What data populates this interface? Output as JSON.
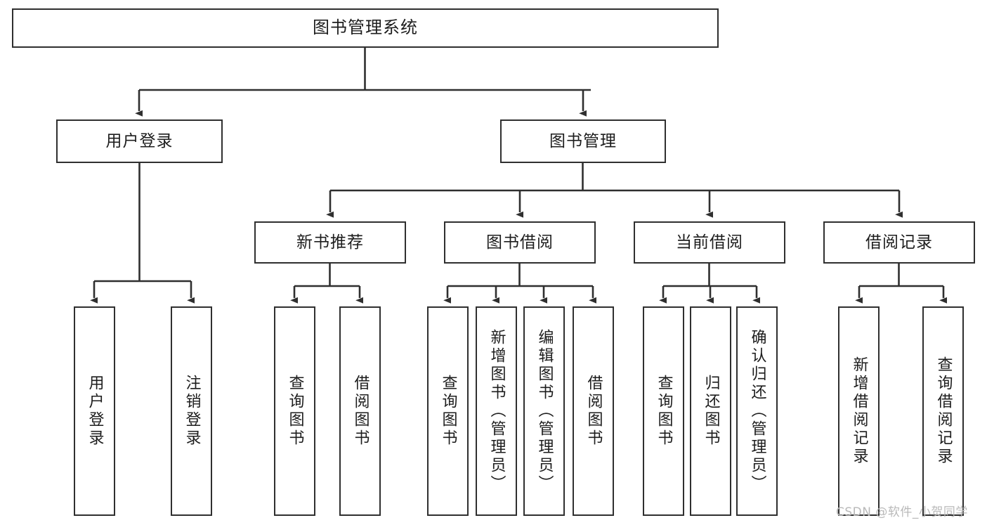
{
  "diagram": {
    "title": "图书管理系统",
    "type": "hierarchy-tree",
    "watermark": "CSDN @软件_小贺同学",
    "colors": {
      "box_border": "#2f2f2f",
      "box_fill": "#ffffff",
      "connector": "#2f2f2f",
      "text": "#1d1d1d",
      "watermark": "#b9b9b9"
    },
    "levels": {
      "root": [
        "图书管理系统"
      ],
      "level2": [
        "用户登录",
        "图书管理"
      ],
      "level3": [
        "新书推荐",
        "图书借阅",
        "当前借阅",
        "借阅记录"
      ],
      "leaves": [
        "用户登录",
        "注销登录",
        "查询图书",
        "借阅图书",
        "查询图书",
        "新增图书（管理员）",
        "编辑图书（管理员）",
        "借阅图书",
        "查询图书",
        "归还图书",
        "确认归还（管理员）",
        "新增借阅记录",
        "查询借阅记录"
      ]
    },
    "nodes": {
      "root": {
        "label": "图书管理系统"
      },
      "user_login": {
        "label": "用户登录"
      },
      "book_manage": {
        "label": "图书管理"
      },
      "new_book_rec": {
        "label": "新书推荐"
      },
      "book_borrow": {
        "label": "图书借阅"
      },
      "current_borrow": {
        "label": "当前借阅"
      },
      "borrow_record": {
        "label": "借阅记录"
      },
      "leaf_user_login": {
        "label": "用户登录"
      },
      "leaf_logout": {
        "label": "注销登录"
      },
      "leaf_query_book_1": {
        "label": "查询图书"
      },
      "leaf_borrow_book_1": {
        "label": "借阅图书"
      },
      "leaf_query_book_2": {
        "label": "查询图书"
      },
      "leaf_add_book": {
        "label": "新增图书（管理员）"
      },
      "leaf_edit_book": {
        "label": "编辑图书（管理员）"
      },
      "leaf_borrow_book_2": {
        "label": "借阅图书"
      },
      "leaf_query_book_3": {
        "label": "查询图书"
      },
      "leaf_return_book": {
        "label": "归还图书"
      },
      "leaf_confirm_return": {
        "label": "确认归还（管理员）"
      },
      "leaf_add_record": {
        "label": "新增借阅记录"
      },
      "leaf_query_record": {
        "label": "查询借阅记录"
      }
    },
    "edges": [
      {
        "from": "root",
        "to": "user_login"
      },
      {
        "from": "root",
        "to": "book_manage"
      },
      {
        "from": "user_login",
        "to": "leaf_user_login"
      },
      {
        "from": "user_login",
        "to": "leaf_logout"
      },
      {
        "from": "book_manage",
        "to": "new_book_rec"
      },
      {
        "from": "book_manage",
        "to": "book_borrow"
      },
      {
        "from": "book_manage",
        "to": "current_borrow"
      },
      {
        "from": "book_manage",
        "to": "borrow_record"
      },
      {
        "from": "new_book_rec",
        "to": "leaf_query_book_1"
      },
      {
        "from": "new_book_rec",
        "to": "leaf_borrow_book_1"
      },
      {
        "from": "book_borrow",
        "to": "leaf_query_book_2"
      },
      {
        "from": "book_borrow",
        "to": "leaf_add_book"
      },
      {
        "from": "book_borrow",
        "to": "leaf_edit_book"
      },
      {
        "from": "book_borrow",
        "to": "leaf_borrow_book_2"
      },
      {
        "from": "current_borrow",
        "to": "leaf_query_book_3"
      },
      {
        "from": "current_borrow",
        "to": "leaf_return_book"
      },
      {
        "from": "current_borrow",
        "to": "leaf_confirm_return"
      },
      {
        "from": "borrow_record",
        "to": "leaf_add_record"
      },
      {
        "from": "borrow_record",
        "to": "leaf_query_record"
      }
    ]
  }
}
